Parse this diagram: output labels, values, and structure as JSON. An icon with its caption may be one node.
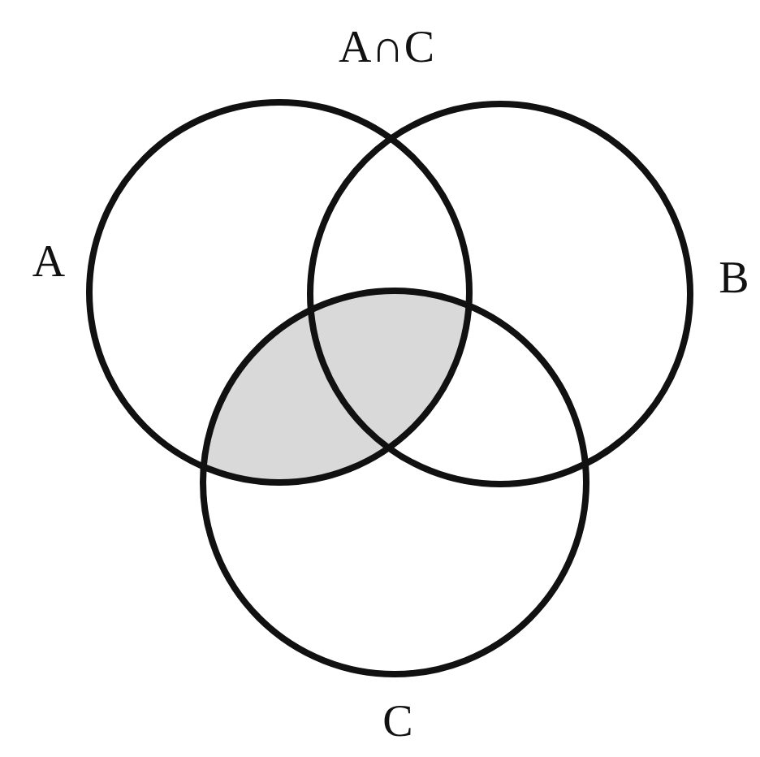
{
  "diagram": {
    "labels": [
      "A∩C",
      "A",
      "B",
      "C"
    ]
  }
}
